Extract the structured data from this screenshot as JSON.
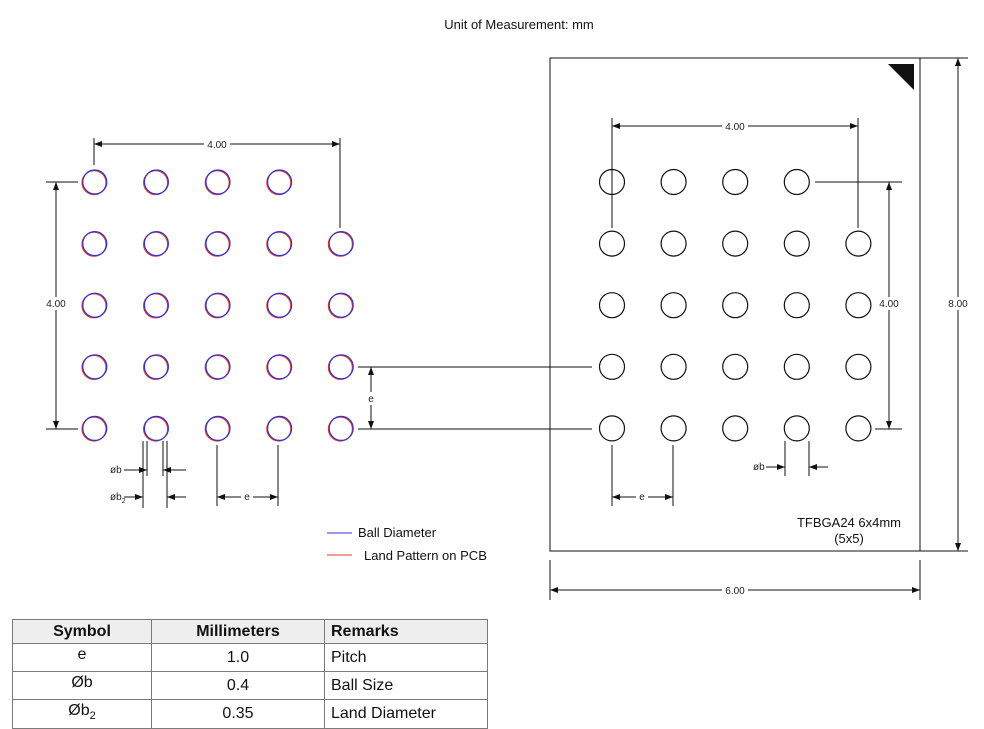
{
  "header": {
    "unit_label": "Unit of Measurement: mm"
  },
  "left_view": {
    "dim_top": "4.00",
    "dim_left": "4.00",
    "dim_pitch_vertical": "e",
    "dim_pitch_horizontal": "e",
    "label_ball": "øb",
    "label_land_base": "øb",
    "label_land_sub": "2",
    "missing_ball": "row 1, column 5"
  },
  "legend": {
    "items": [
      {
        "label": "Ball Diameter",
        "color": "#3333cc"
      },
      {
        "label": "Land Pattern on PCB",
        "color": "#e03c2c"
      }
    ]
  },
  "package_view": {
    "name_line1": "TFBGA24 6x4mm",
    "name_line2": "(5x5)",
    "dim_top": "4.00",
    "dim_right_inner": "4.00",
    "dim_height": "8.00",
    "dim_width": "6.00",
    "dim_pitch": "e",
    "label_ball": "øb"
  },
  "table": {
    "headers": [
      "Symbol",
      "Millimeters",
      "Remarks"
    ],
    "rows": [
      {
        "symbol": "e",
        "symbol_sub": "",
        "value": "1.0",
        "remark": "Pitch"
      },
      {
        "symbol": "Øb",
        "symbol_sub": "",
        "value": "0.4",
        "remark": "Ball Size"
      },
      {
        "symbol": "Øb",
        "symbol_sub": "2",
        "value": "0.35",
        "remark": "Land Diameter"
      }
    ]
  }
}
